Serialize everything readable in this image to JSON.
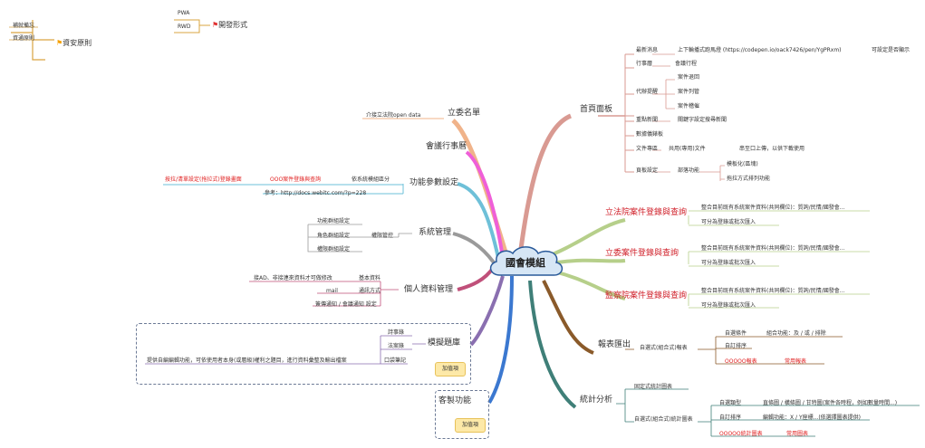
{
  "center": "國會模組",
  "topleft": {
    "a": "補就備忘",
    "b": "資通原則",
    "c": "資安原則"
  },
  "topmid": {
    "pwa": "PWA",
    "rwd": "RWD",
    "dev": "開發形式"
  },
  "home": {
    "title": "首頁面板",
    "latest": "最新消息",
    "latest_desc": "上下輪播式跑馬燈 (https://codepen.io/oack7426/pen/YgPRxm)",
    "latest_note": "可設定是否顯示",
    "calendar": "行事曆",
    "calendar_sub": "會議行程",
    "todo": "代辦提醒",
    "todo_a": "案件退回",
    "todo_b": "案件列管",
    "todo_c": "案件稽催",
    "news": "重點新聞",
    "news_sub": "關鍵字設定搜尋新聞",
    "dash": "數據儀錶板",
    "docs": "文件專區",
    "docs_a": "共用(專用)文件",
    "docs_b": "串至口上傳，以供下載使用",
    "ui": "頁板設定",
    "ui_sub": "部落功能",
    "ui_a": "模板化(區塊)",
    "ui_b": "拖拉方式排列功能"
  },
  "legis": {
    "title": "立法院案件登錄與查詢",
    "a": "整合目前既有系統案件資料(共同欄位)：質詢/民情/國發會...",
    "b": "可分為登錄或批次匯入"
  },
  "council": {
    "title": "立委案件登錄與查詢",
    "a": "整合目前既有系統案件資料(共同欄位)：質詢/民情/國發會...",
    "b": "可分為登錄或批次匯入"
  },
  "audit": {
    "title": "監察院案件登錄與查詢",
    "a": "整合目前既有系統案件資料(共同欄位)：質詢/民情/國發會...",
    "b": "可分為登錄或批次匯入"
  },
  "report": {
    "title": "報表匯出",
    "custom": "自選式(組合式)報表",
    "cond": "自選條件",
    "cond_sub": "組合功能：及 / 或 / 排除",
    "sort": "自訂排序",
    "red": "OOOOO報表",
    "common": "常用報表"
  },
  "stats": {
    "title": "統計分析",
    "fixed": "固定式統計圖表",
    "custom": "自選式(組合式)統計圖表",
    "type": "自選類型",
    "type_sub": "直條圖 / 橫條圖 / 甘特圖(案件各時程，例如數量時間...)",
    "sort": "自訂排序",
    "sort_sub": "編輯功能：X / Y座標...(依選擇圖表提供)",
    "red": "OOOOO統計圖表",
    "common": "常用圖表"
  },
  "left": {
    "members": "立委名單",
    "members_sub": "介接立法院open data",
    "meeting": "會議行事曆",
    "func": "功能參數設定",
    "func_sub": "依系統模組區分",
    "func_red": "OOO案件登錄與查詢",
    "func_red2": "按拉/清單設定(拖拉式)登錄畫面",
    "func_ref": "參考：http://docs.webitc.com/?p=228",
    "sys": "系統管理",
    "sys_perm": "權限管控",
    "sys_a": "功能群組設定",
    "sys_b": "角色群組設定",
    "sys_c": "權限群組設定",
    "profile": "個人資料管理",
    "profile_basic": "基本資料",
    "profile_basic_sub": "接AD、非接連來資料才可做修改",
    "profile_notify": "通訊方式",
    "profile_mail": "mail",
    "profile_pref": "簽傳通知 / 會議通知 設定",
    "qbank": "模擬題庫",
    "q_a": "詩事錄",
    "q_b": "法案錄",
    "q_c": "口袋筆記",
    "q_desc": "提供自編編輯功能，可依使用者本身(或層級)權利之題目，進行資料彙整及輸出檔案",
    "note1": "加值項",
    "custom": "客製功能",
    "note2": "加值項"
  }
}
